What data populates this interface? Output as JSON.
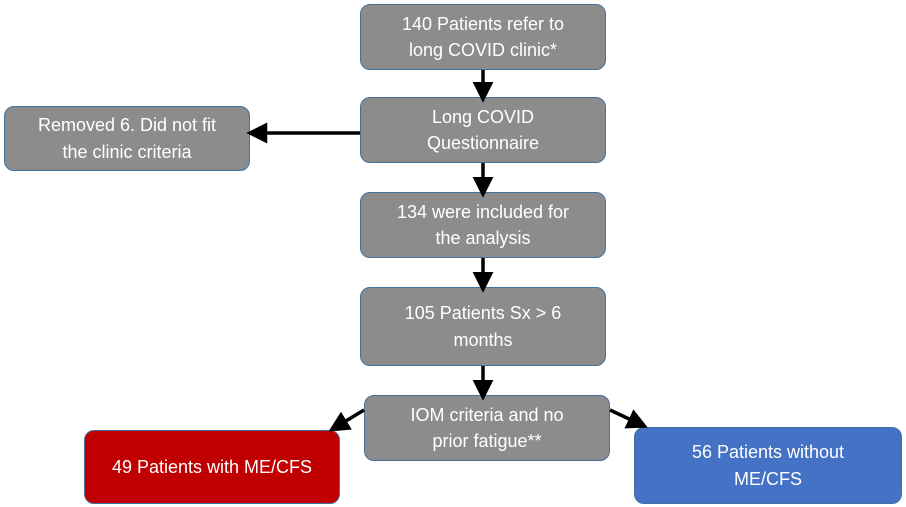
{
  "nodes": {
    "referred": "140 Patients refer to\nlong COVID clinic*",
    "questionnaire": "Long COVID\nQuestionnaire",
    "removed": "Removed 6. Did not fit\nthe clinic criteria",
    "included": "134 were included for\nthe analysis",
    "symptoms": "105 Patients Sx > 6\nmonths",
    "criteria": "IOM criteria and no\nprior fatigue**",
    "with_mecfs": "49 Patients with ME/CFS",
    "without_mecfs": "56 Patients without\nME/CFS"
  },
  "edges": [
    {
      "from": "referred",
      "to": "questionnaire"
    },
    {
      "from": "questionnaire",
      "to": "removed"
    },
    {
      "from": "questionnaire",
      "to": "included"
    },
    {
      "from": "included",
      "to": "symptoms"
    },
    {
      "from": "symptoms",
      "to": "criteria"
    },
    {
      "from": "criteria",
      "to": "with_mecfs"
    },
    {
      "from": "criteria",
      "to": "without_mecfs"
    }
  ],
  "colors": {
    "process_fill": "#8c8c8c",
    "outcome_with": "#c00000",
    "outcome_without": "#4472c4",
    "border": "#41719c",
    "arrow": "#000000"
  }
}
